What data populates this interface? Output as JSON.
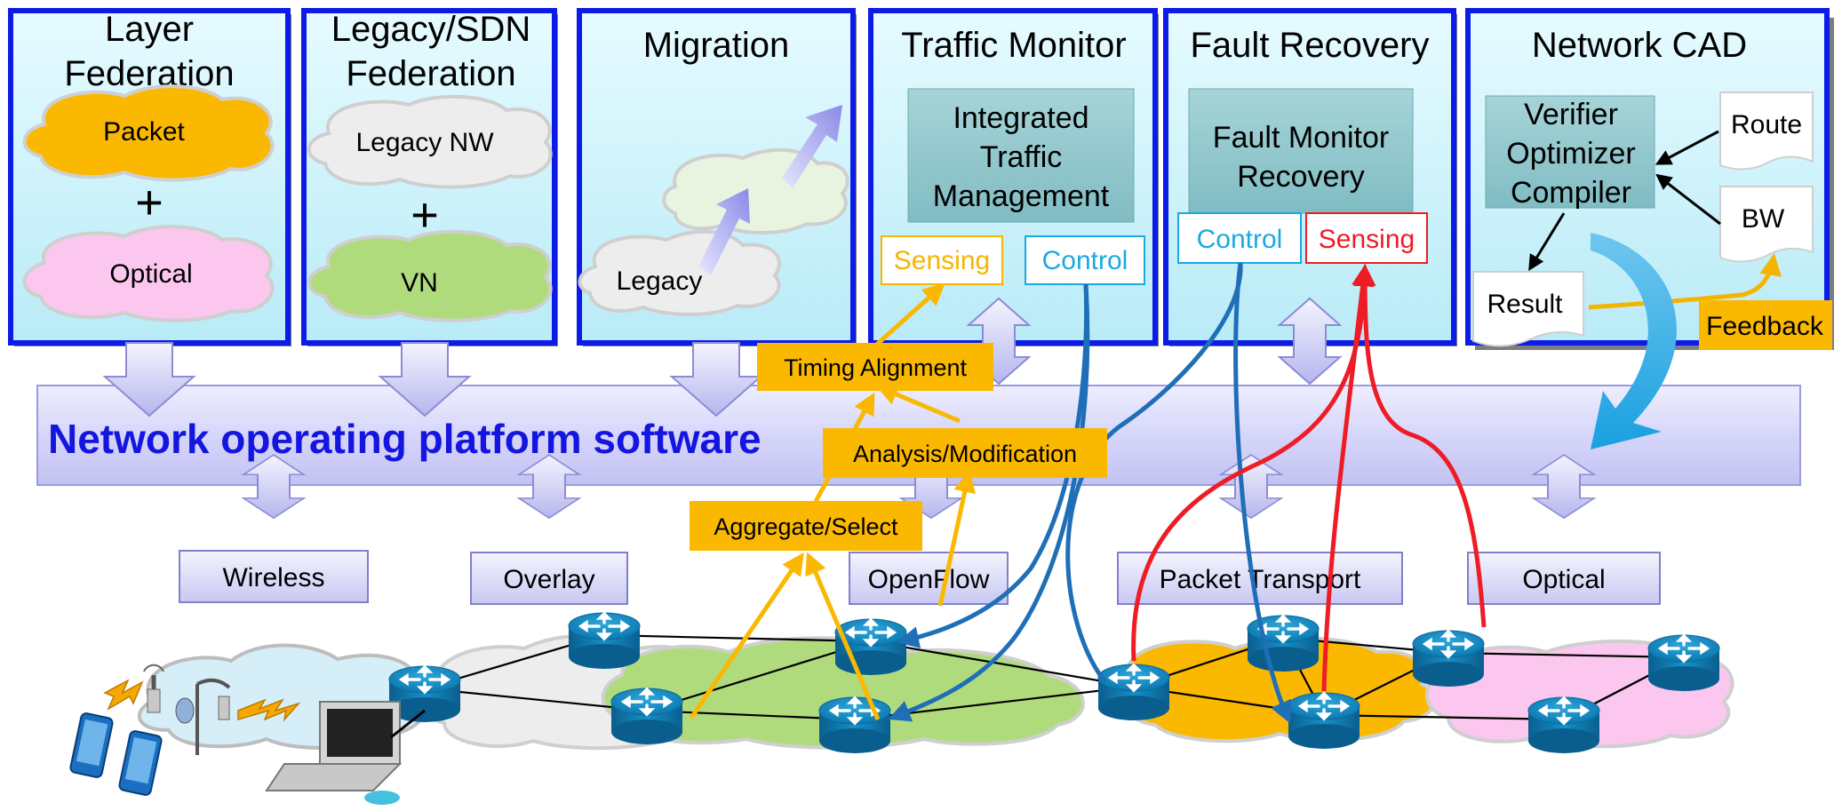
{
  "panels": {
    "layer_federation": {
      "title_line1": "Layer",
      "title_line2": "Federation",
      "cloud_top": "Packet",
      "plus": "+",
      "cloud_bottom": "Optical"
    },
    "legacy_sdn_federation": {
      "title_line1": "Legacy/SDN",
      "title_line2": "Federation",
      "cloud_top": "Legacy NW",
      "plus": "+",
      "cloud_bottom": "VN"
    },
    "migration": {
      "title": "Migration",
      "cloud_label": "Legacy"
    },
    "traffic_monitor": {
      "title": "Traffic Monitor",
      "box_line1": "Integrated",
      "box_line2": "Traffic",
      "box_line3": "Management",
      "sensing": "Sensing",
      "control": "Control"
    },
    "fault_recovery": {
      "title": "Fault Recovery",
      "box_line1": "Fault Monitor",
      "box_line2": "Recovery",
      "control": "Control",
      "sensing": "Sensing"
    },
    "network_cad": {
      "title": "Network CAD",
      "box_line1": "Verifier",
      "box_line2": "Optimizer",
      "box_line3": "Compiler",
      "route": "Route",
      "bw": "BW",
      "result": "Result",
      "feedback": "Feedback"
    }
  },
  "platform": {
    "label": "Network operating platform software"
  },
  "process_labels": {
    "timing": "Timing Alignment",
    "analysis": "Analysis/Modification",
    "aggregate": "Aggregate/Select"
  },
  "southbound": {
    "wireless": "Wireless",
    "overlay": "Overlay",
    "openflow": "OpenFlow",
    "packet_transport": "Packet Transport",
    "optical": "Optical"
  },
  "colors": {
    "panel_border": "#0b1be8",
    "panel_fill": "#cff2fb",
    "platform_text": "#1515e0",
    "tag_orange": "#fbb800",
    "sensing_yellow": "#f7b500",
    "control_blue": "#1aa9e0",
    "fault_red": "#ee1c24",
    "flow_blue": "#1f6fb8",
    "feedback_orange": "#f5b400",
    "router_blue": "#1883b8",
    "teal_box": "#8ec5cb"
  }
}
